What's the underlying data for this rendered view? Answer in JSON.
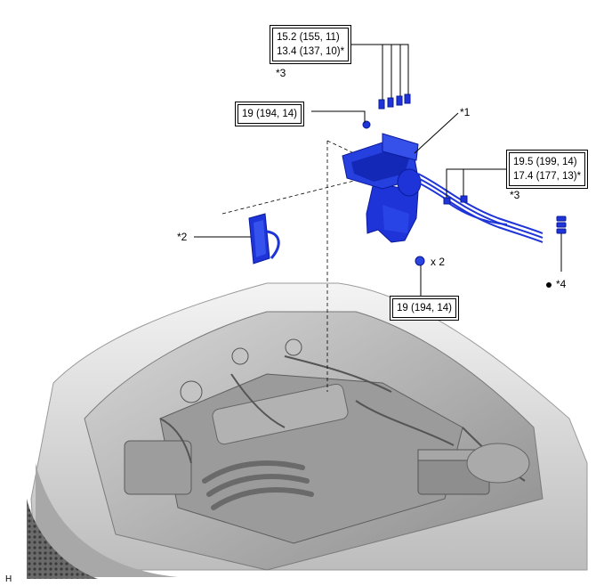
{
  "torque": {
    "top_line1": "15.2 (155, 11)",
    "top_line2": "13.4 (137, 10)*",
    "bolt_upper": "19 (194, 14)",
    "right_line1": "19.5 (199, 14)",
    "right_line2": "17.4 (177, 13)*",
    "bolt_lower": "19 (194, 14)"
  },
  "callouts": {
    "c1": "*1",
    "c2": "*2",
    "c3_top": "*3",
    "c3_right": "*3",
    "c4": "*4",
    "qty": "x 2"
  },
  "figure_code": "H",
  "colors": {
    "part_blue": "#1e34d8",
    "part_dark": "#0a1a9a",
    "engine_grey": "#8a8a8a",
    "line": "#000000"
  }
}
